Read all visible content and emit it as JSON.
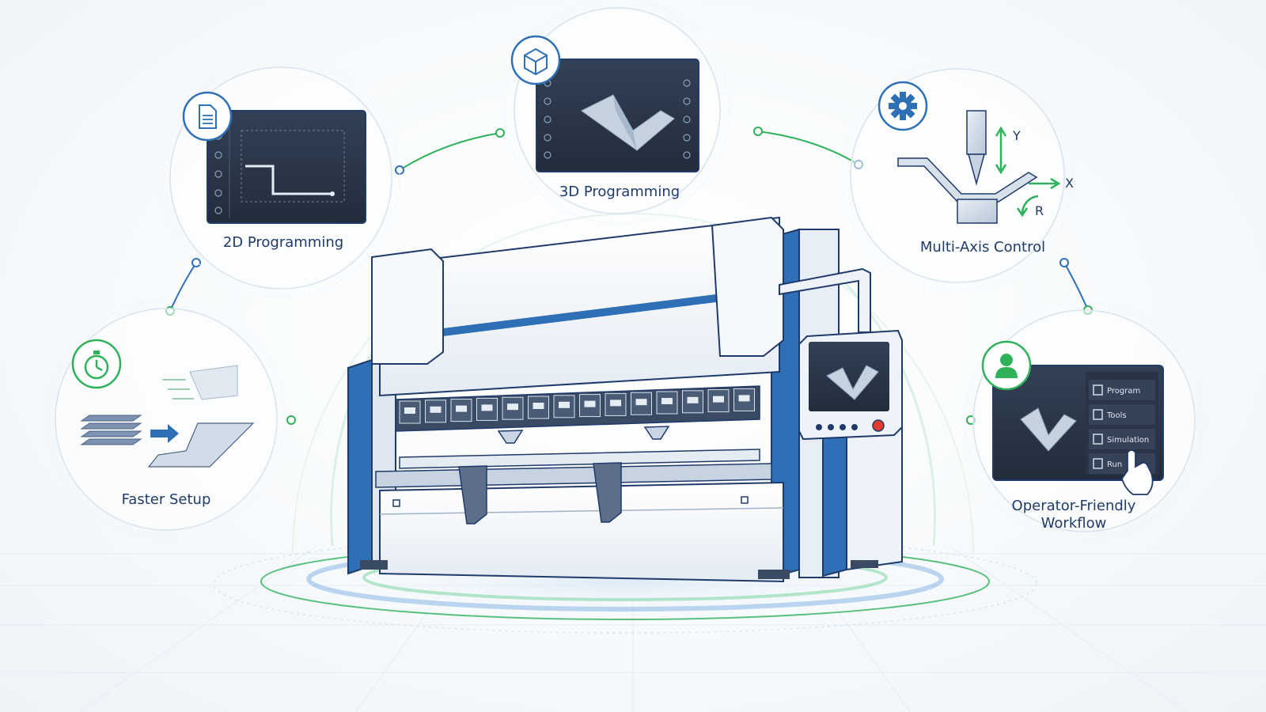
{
  "features": {
    "programming_2d": {
      "label": "2D Programming"
    },
    "programming_3d": {
      "label": "3D Programming"
    },
    "multi_axis": {
      "label": "Multi-Axis Control",
      "axis_y": "Y",
      "axis_x": "X",
      "axis_r": "R"
    },
    "faster_setup": {
      "label": "Faster Setup"
    },
    "operator_workflow": {
      "label_line1": "Operator-Friendly",
      "label_line2": "Workflow",
      "menu": [
        "Program",
        "Tools",
        "Simulation",
        "Run"
      ]
    }
  },
  "colors": {
    "accent_blue": "#2f6fb5",
    "accent_green": "#2fb15a",
    "navy": "#1f3a6b",
    "screen": "#2b3648"
  },
  "icons": {
    "programming_2d": "document-icon",
    "programming_3d": "cube-icon",
    "multi_axis": "gear-icon",
    "faster_setup": "stopwatch-icon",
    "operator_workflow": "user-icon"
  }
}
